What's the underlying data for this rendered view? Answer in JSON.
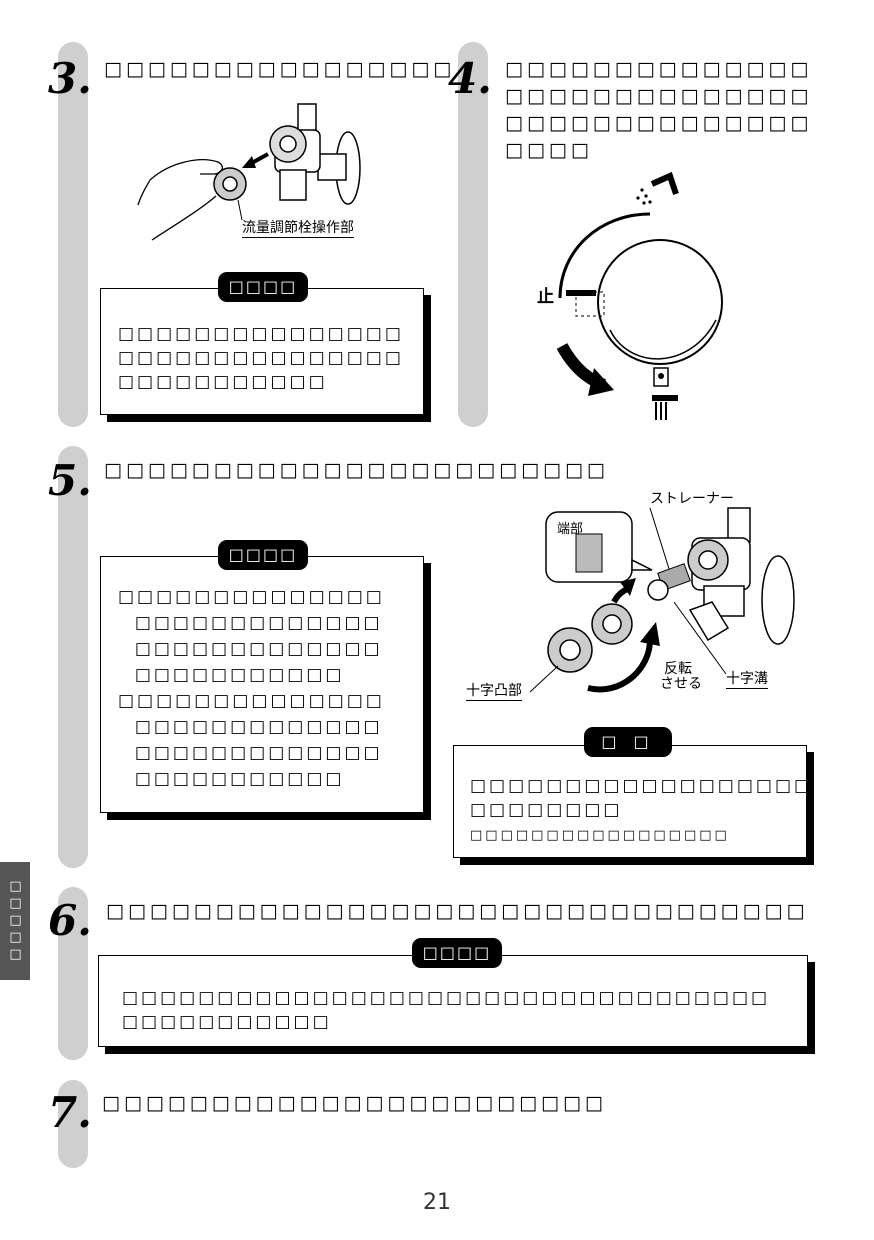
{
  "side_tab": "□□□□□",
  "page_number": "21",
  "step3": {
    "number": "3.",
    "text": "□□□□□□□□□□□□□□□□",
    "label_flow": "流量調節栓操作部",
    "note_tag": "□□□□",
    "note_text": "□□□□□□□□□□□□□□□\n□□□□□□□□□□□□□□□\n□□□□□□□□□□□"
  },
  "step4": {
    "number": "4.",
    "text": "□□□□□□□□□□□□□□\n□□□□□□□□□□□□□□\n□□□□□□□□□□□□□□\n□□□□",
    "label_stop": "止"
  },
  "step5": {
    "number": "5.",
    "text": "□□□□□□□□□□□□□□□□□□□□□□□",
    "note_tag": "□□□□",
    "note_text": "□□□□□□□□□□□□□□\n  □□□□□□□□□□□□□\n  □□□□□□□□□□□□□\n  □□□□□□□□□□□\n□□□□□□□□□□□□□□\n  □□□□□□□□□□□□□\n  □□□□□□□□□□□□□\n  □□□□□□□□□□□",
    "label_strainer": "ストレーナー",
    "label_end": "端部",
    "label_cross_convex": "十字凸部",
    "label_reverse_1": "反転",
    "label_reverse_2": "させる",
    "label_cross_groove": "十字溝",
    "caution_tag": "□ □",
    "caution_text": "□□□□□□□□□□□□□□□□□□\n□□□□□□□□",
    "caution_small": "□□□□□□□□□□□□□□□□□"
  },
  "step6": {
    "number": "6.",
    "text": "□□□□□□□□□□□□□□□□□□□□□□□□□□□□□□□□",
    "note_tag": "□□□□",
    "note_text": "□□□□□□□□□□□□□□□□□□□□□□□□□□□□□□□□□□\n□□□□□□□□□□□"
  },
  "step7": {
    "number": "7.",
    "text": "□□□□□□□□□□□□□□□□□□□□□□□"
  }
}
